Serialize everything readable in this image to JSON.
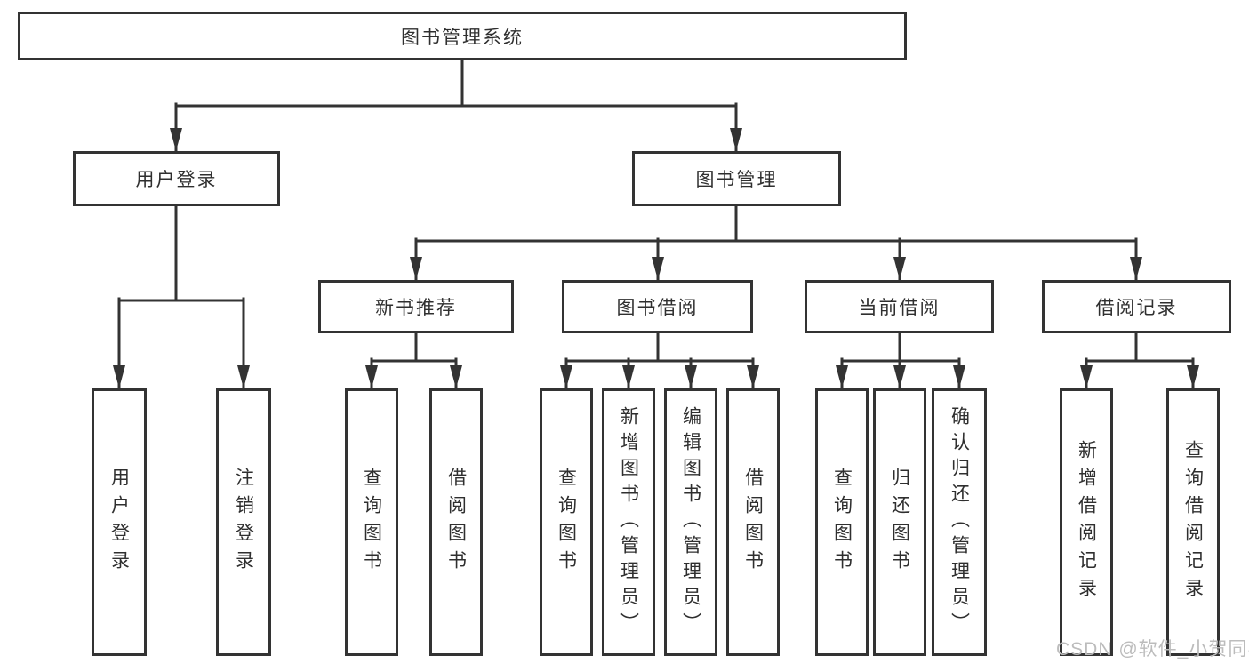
{
  "diagram_title": "图书管理系统",
  "colors": {
    "line": "#333333",
    "box_border": "#333333",
    "box_background": "#ffffff",
    "text": "#2f2f2f",
    "watermark": "#bcbcbc"
  },
  "tree": {
    "label": "图书管理系统",
    "children": [
      {
        "label": "用户登录",
        "children": [
          {
            "label": "用户登录"
          },
          {
            "label": "注销登录"
          }
        ]
      },
      {
        "label": "图书管理",
        "children": [
          {
            "label": "新书推荐",
            "children": [
              {
                "label": "查询图书"
              },
              {
                "label": "借阅图书"
              }
            ]
          },
          {
            "label": "图书借阅",
            "children": [
              {
                "label": "查询图书"
              },
              {
                "label": "新增图书（管理员）"
              },
              {
                "label": "编辑图书（管理员）"
              },
              {
                "label": "借阅图书"
              }
            ]
          },
          {
            "label": "当前借阅",
            "children": [
              {
                "label": "查询图书"
              },
              {
                "label": "归还图书"
              },
              {
                "label": "确认归还（管理员）"
              }
            ]
          },
          {
            "label": "借阅记录",
            "children": [
              {
                "label": "新增借阅记录"
              },
              {
                "label": "查询借阅记录"
              }
            ]
          }
        ]
      }
    ]
  },
  "watermark": {
    "text": "CSDN @软件_小贺同学"
  }
}
